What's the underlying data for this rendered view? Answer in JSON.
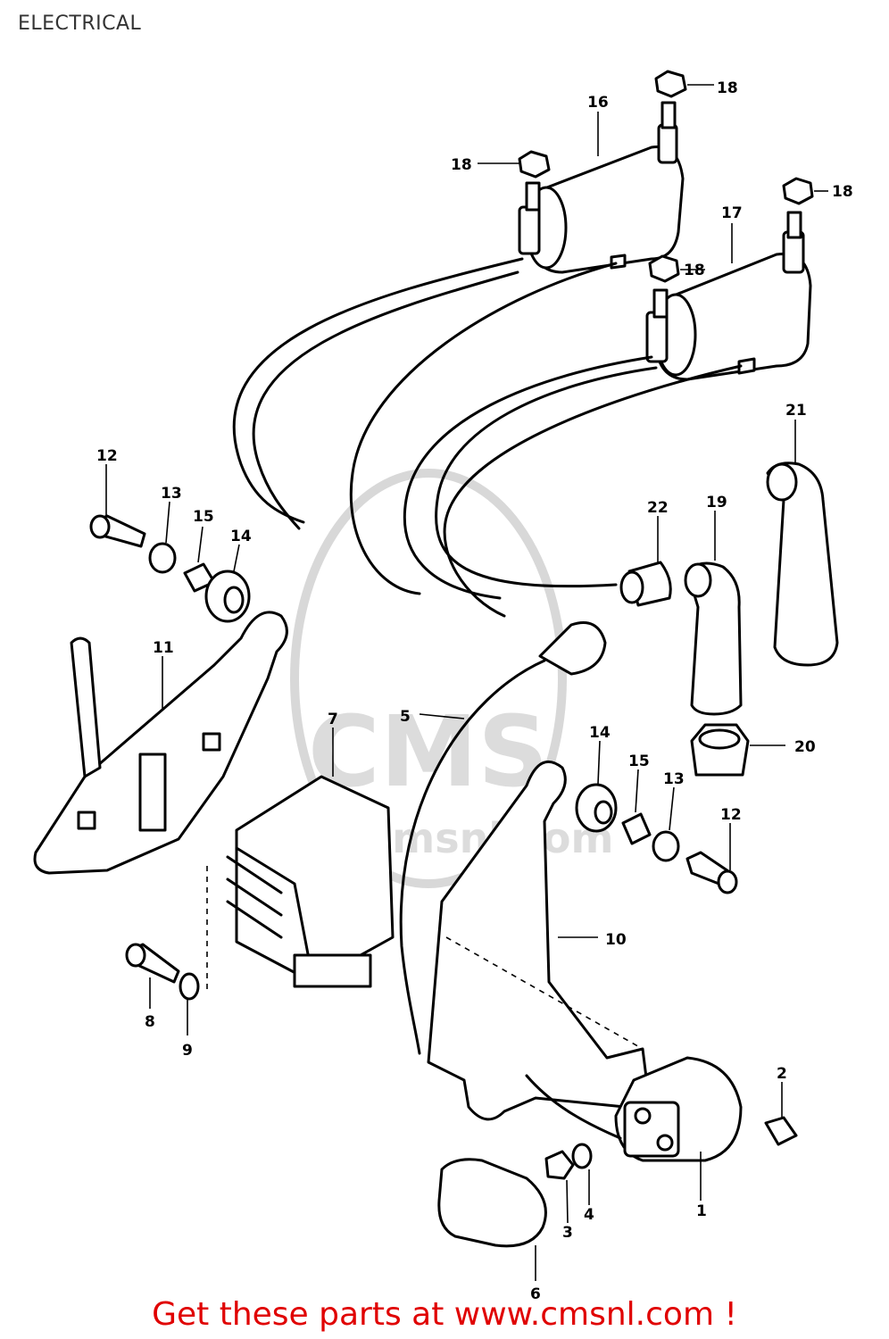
{
  "title": "ELECTRICAL",
  "footer": "Get these parts at www.cmsnl.com !",
  "watermark": {
    "brand": "CMS",
    "url": "www.cmsnl.com"
  },
  "callouts": {
    "c1": "1",
    "c2": "2",
    "c3": "3",
    "c4": "4",
    "c5": "5",
    "c6": "6",
    "c7": "7",
    "c8": "8",
    "c9": "9",
    "c10": "10",
    "c11": "11",
    "c12a": "12",
    "c12b": "12",
    "c13a": "13",
    "c13b": "13",
    "c14a": "14",
    "c14b": "14",
    "c15a": "15",
    "c15b": "15",
    "c16": "16",
    "c17": "17",
    "c18a": "18",
    "c18b": "18",
    "c18c": "18",
    "c18d": "18",
    "c19": "19",
    "c20": "20",
    "c21": "21",
    "c22": "22"
  },
  "colors": {
    "footer_text": "#e00000",
    "line_art": "#000000",
    "watermark": "#dcdcdc"
  }
}
